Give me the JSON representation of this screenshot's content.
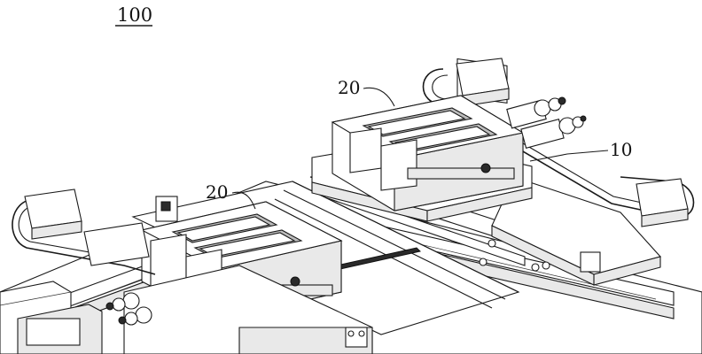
{
  "figure": {
    "number": "100"
  },
  "reference_labels": {
    "module_upper": "20",
    "module_lower": "20",
    "base": "10"
  }
}
